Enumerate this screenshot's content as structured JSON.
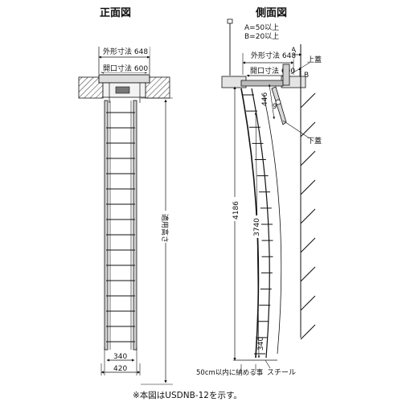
{
  "front_view": {
    "title": "正面図",
    "outer_size": "外形寸法 648",
    "opening_size": "開口寸法 600",
    "applicable_height": "適用高さ",
    "inner_width": "340",
    "outer_width": "420"
  },
  "side_view": {
    "title": "側面図",
    "clearance_a": "A=50以上",
    "clearance_b": "B=20以上",
    "label_a": "A",
    "label_b": "B",
    "outer_size": "外形寸法 648",
    "opening_size": "開口寸法 600",
    "upper_lid": "上蓋",
    "lower_lid": "下蓋",
    "dim_446": "446",
    "dim_9": "9",
    "dim_4186": "4186",
    "dim_3740": "3740",
    "dim_340": "340",
    "fit_note": "50cm以内に納める事",
    "material": "スチール"
  },
  "footnote": "※本図はUSDNB-12を示す。"
}
